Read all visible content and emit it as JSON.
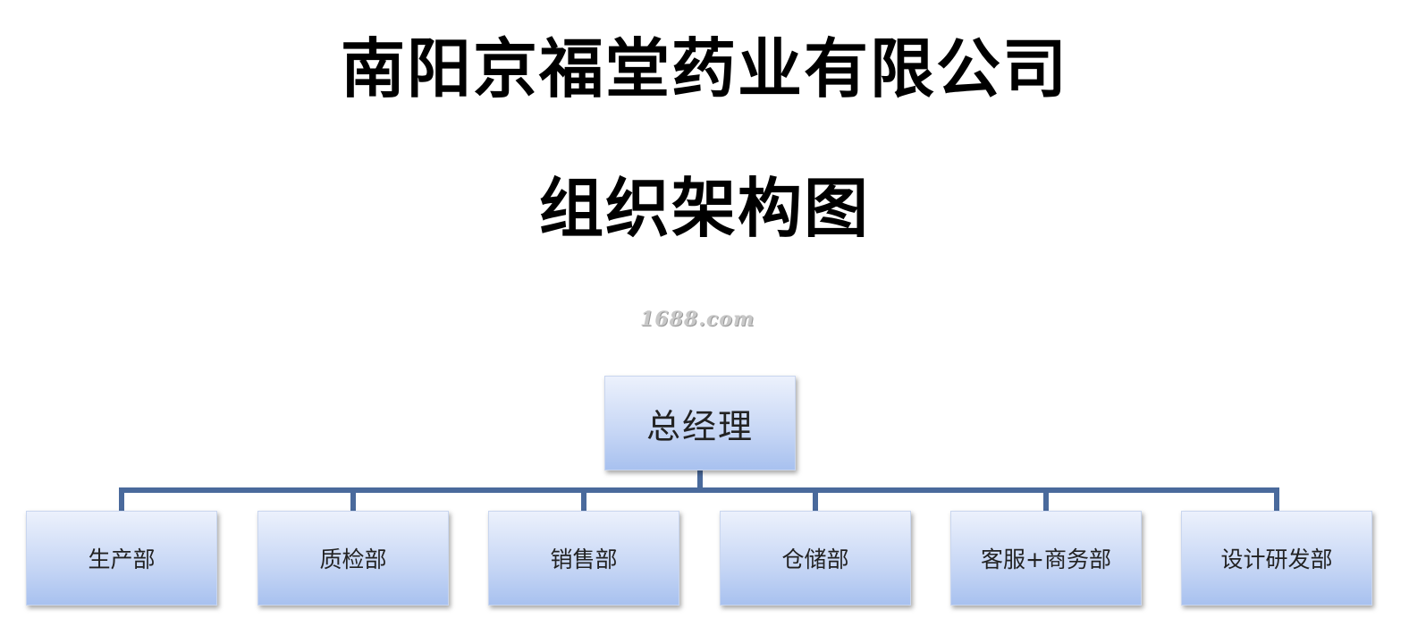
{
  "title": {
    "company": "南阳京福堂药业有限公司",
    "chart": "组织架构图"
  },
  "watermark": "1688.com",
  "org": {
    "root": "总经理",
    "departments": [
      "生产部",
      "质检部",
      "销售部",
      "仓储部",
      "客服+商务部",
      "设计研发部"
    ]
  },
  "colors": {
    "connector": "#4a6a9c",
    "node_top": "#ecf1fc",
    "node_bottom": "#a8c1ef"
  }
}
